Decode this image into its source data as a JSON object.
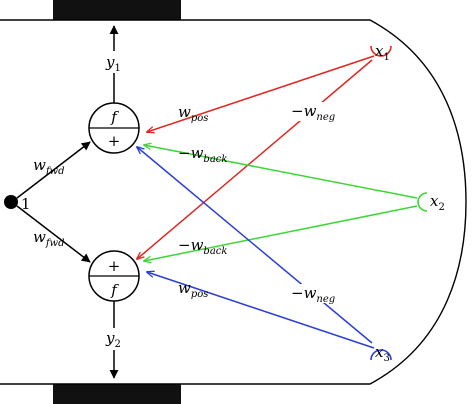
{
  "neurons": {
    "top": {
      "function": "f",
      "sign": "+",
      "output": "y",
      "output_index": "1"
    },
    "bottom": {
      "function": "f",
      "sign": "+",
      "output": "y",
      "output_index": "2"
    }
  },
  "bias": {
    "label": "1"
  },
  "sensors": [
    {
      "name": "x",
      "index": "1"
    },
    {
      "name": "x",
      "index": "2"
    },
    {
      "name": "x",
      "index": "3"
    }
  ],
  "weights": {
    "fwd": {
      "main": "w",
      "sub": "fwd"
    },
    "pos": {
      "main": "w",
      "sub": "pos"
    },
    "neg": {
      "prefix": "−",
      "main": "w",
      "sub": "neg"
    },
    "back": {
      "prefix": "−",
      "main": "w",
      "sub": "back"
    }
  },
  "colors": {
    "red": "#e0261f",
    "green": "#3dd635",
    "blue": "#2b3fd6",
    "wheel": "#111111"
  }
}
